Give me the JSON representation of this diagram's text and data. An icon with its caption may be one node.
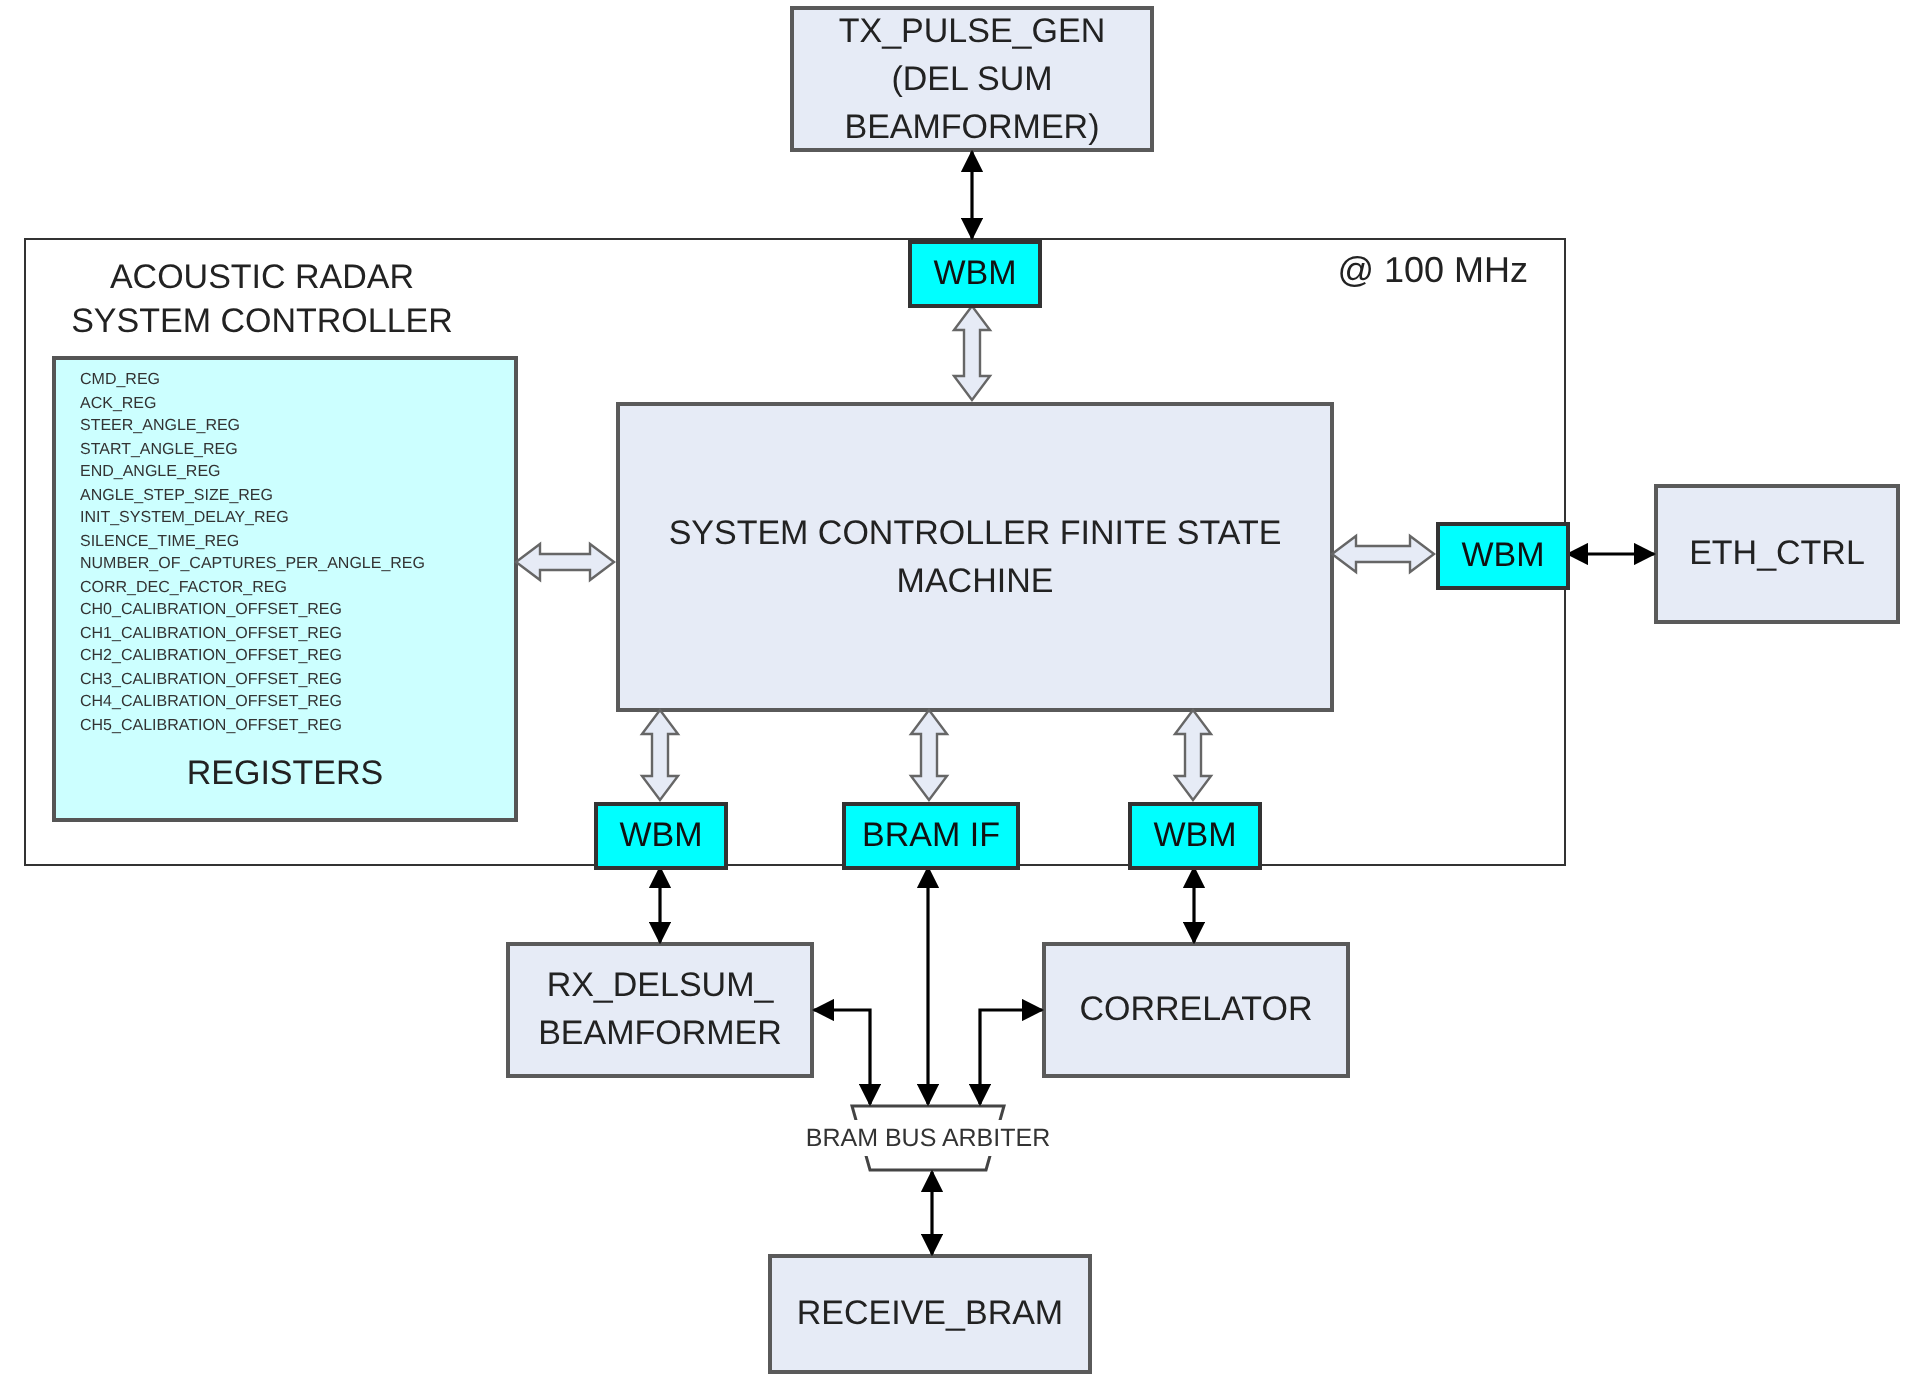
{
  "diagram": {
    "nodes": [
      {
        "text": [
          "TX_PULSE_GEN (DEL SUM BEAMFORMER)"
        ]
      },
      {
        "text": [
          "ACOUSTIC RADAR SYSTEM CONTROLLER",
          "@ 100 MHz"
        ]
      },
      {
        "text": [
          "CMD_REG",
          "ACK_REG",
          "STEER_ANGLE_REG",
          "START_ANGLE_REG",
          "END_ANGLE_REG",
          "ANGLE_STEP_SIZE_REG",
          "INIT_SYSTEM_DELAY_REG",
          "SILENCE_TIME_REG",
          "NUMBER_OF_CAPTURES_PER_ANGLE_REG",
          "CORR_DEC_FACTOR_REG",
          "CH0_CALIBRATION_OFFSET_REG",
          "CH1_CALIBRATION_OFFSET_REG",
          "CH2_CALIBRATION_OFFSET_REG",
          "CH3_CALIBRATION_OFFSET_REG",
          "CH4_CALIBRATION_OFFSET_REG",
          "CH5_CALIBRATION_OFFSET_REG",
          "REGISTERS"
        ],
        "in": 1
      },
      {
        "text": [
          "WBM"
        ],
        "in": 1
      },
      {
        "text": [
          "SYSTEM CONTROLLER FINITE STATE MACHINE"
        ],
        "in": 1
      },
      {
        "text": [
          "WBM"
        ],
        "in": 1
      },
      {
        "text": [
          "ETH_CTRL"
        ]
      },
      {
        "text": [
          "WBM"
        ],
        "in": 1
      },
      {
        "text": [
          "BRAM IF"
        ],
        "in": 1
      },
      {
        "text": [
          "WBM"
        ],
        "in": 1
      },
      {
        "text": [
          "RX_DELSUM_ BEAMFORMER"
        ]
      },
      {
        "text": [
          "CORRELATOR"
        ]
      },
      {
        "text": [
          "BRAM BUS ARBITER"
        ]
      },
      {
        "text": [
          "RECEIVE_BRAM"
        ]
      }
    ],
    "edges": [
      {
        "from": 0,
        "to": 3,
        "arrow": "both"
      },
      {
        "from": 3,
        "to": 4,
        "arrow": "both",
        "style": "thick"
      },
      {
        "from": 2,
        "to": 4,
        "arrow": "both",
        "style": "thick"
      },
      {
        "from": 4,
        "to": 5,
        "arrow": "both",
        "style": "thick"
      },
      {
        "from": 5,
        "to": 6,
        "arrow": "both"
      },
      {
        "from": 4,
        "to": 7,
        "arrow": "both",
        "style": "thick"
      },
      {
        "from": 4,
        "to": 8,
        "arrow": "both",
        "style": "thick"
      },
      {
        "from": 4,
        "to": 9,
        "arrow": "both",
        "style": "thick"
      },
      {
        "from": 7,
        "to": 10,
        "arrow": "both"
      },
      {
        "from": 8,
        "to": 12,
        "arrow": "both"
      },
      {
        "from": 9,
        "to": 11,
        "arrow": "both"
      },
      {
        "from": 10,
        "to": 12,
        "arrow": "both"
      },
      {
        "from": 11,
        "to": 12,
        "arrow": "both"
      },
      {
        "from": 12,
        "to": 13,
        "arrow": "both"
      }
    ]
  }
}
